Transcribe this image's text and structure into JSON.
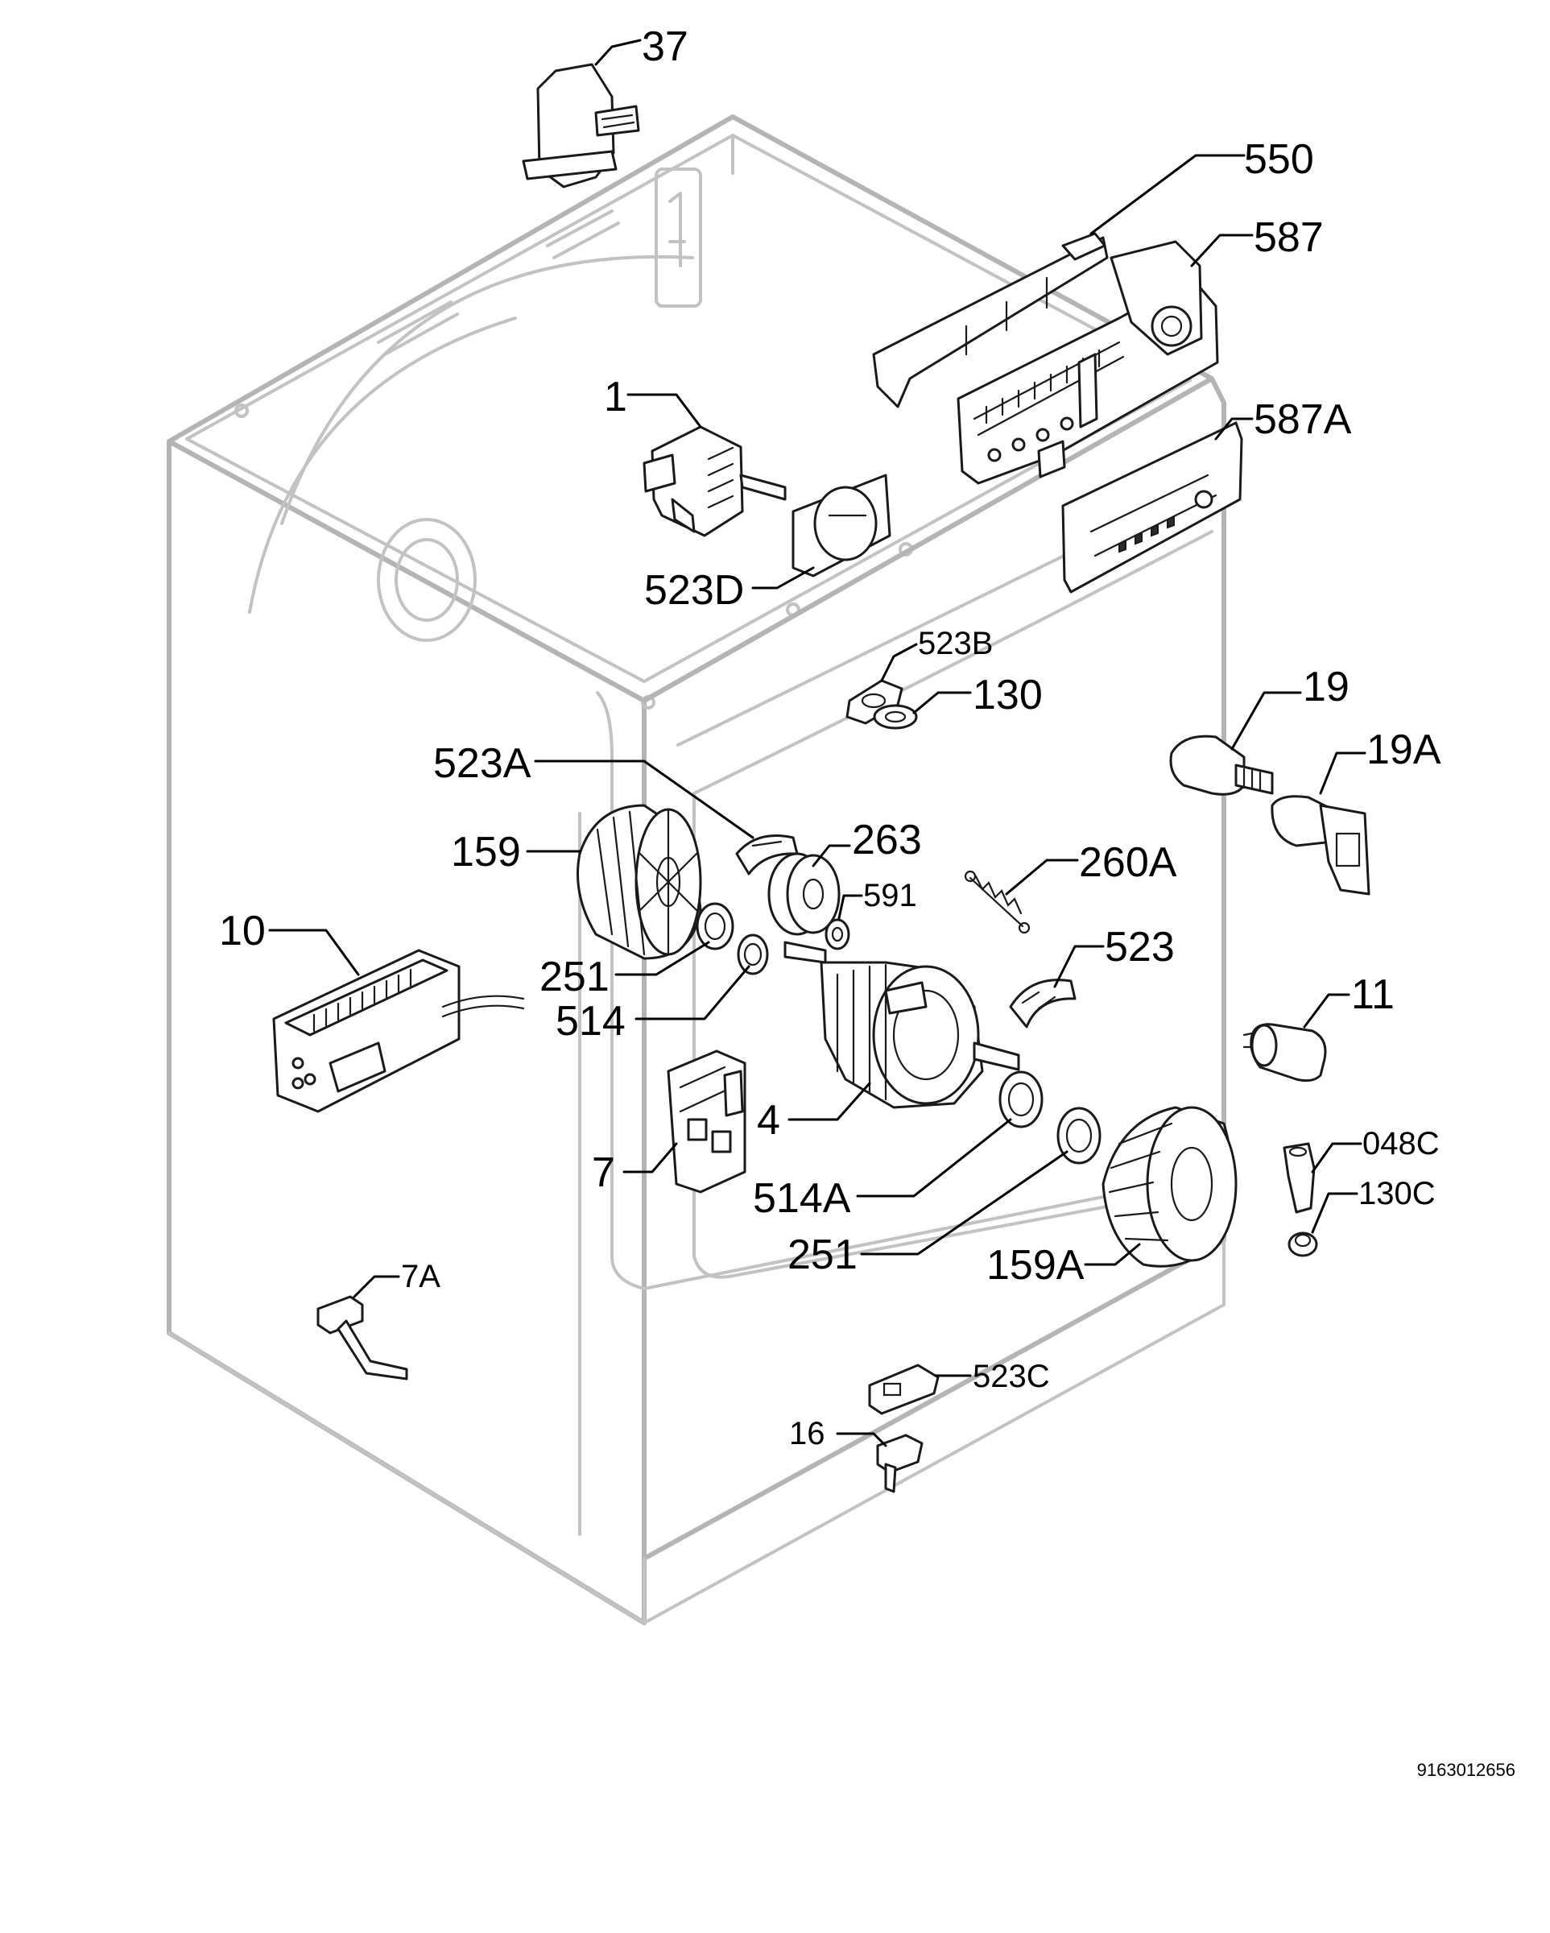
{
  "diagram": {
    "reference_number": "9163012656",
    "callouts": [
      {
        "id": "37",
        "label": "37"
      },
      {
        "id": "550",
        "label": "550"
      },
      {
        "id": "587",
        "label": "587"
      },
      {
        "id": "1",
        "label": "1"
      },
      {
        "id": "587A",
        "label": "587A"
      },
      {
        "id": "523D",
        "label": "523D"
      },
      {
        "id": "523B",
        "label": "523B"
      },
      {
        "id": "130",
        "label": "130"
      },
      {
        "id": "19",
        "label": "19"
      },
      {
        "id": "19A",
        "label": "19A"
      },
      {
        "id": "523A",
        "label": "523A"
      },
      {
        "id": "159",
        "label": "159"
      },
      {
        "id": "263",
        "label": "263"
      },
      {
        "id": "260A",
        "label": "260A"
      },
      {
        "id": "591",
        "label": "591"
      },
      {
        "id": "10",
        "label": "10"
      },
      {
        "id": "523",
        "label": "523"
      },
      {
        "id": "251a",
        "label": "251"
      },
      {
        "id": "514",
        "label": "514"
      },
      {
        "id": "11",
        "label": "11"
      },
      {
        "id": "4",
        "label": "4"
      },
      {
        "id": "7",
        "label": "7"
      },
      {
        "id": "048C",
        "label": "048C"
      },
      {
        "id": "514A",
        "label": "514A"
      },
      {
        "id": "130C",
        "label": "130C"
      },
      {
        "id": "251b",
        "label": "251"
      },
      {
        "id": "159A",
        "label": "159A"
      },
      {
        "id": "7A",
        "label": "7A"
      },
      {
        "id": "523C",
        "label": "523C"
      },
      {
        "id": "16",
        "label": "16"
      }
    ]
  }
}
